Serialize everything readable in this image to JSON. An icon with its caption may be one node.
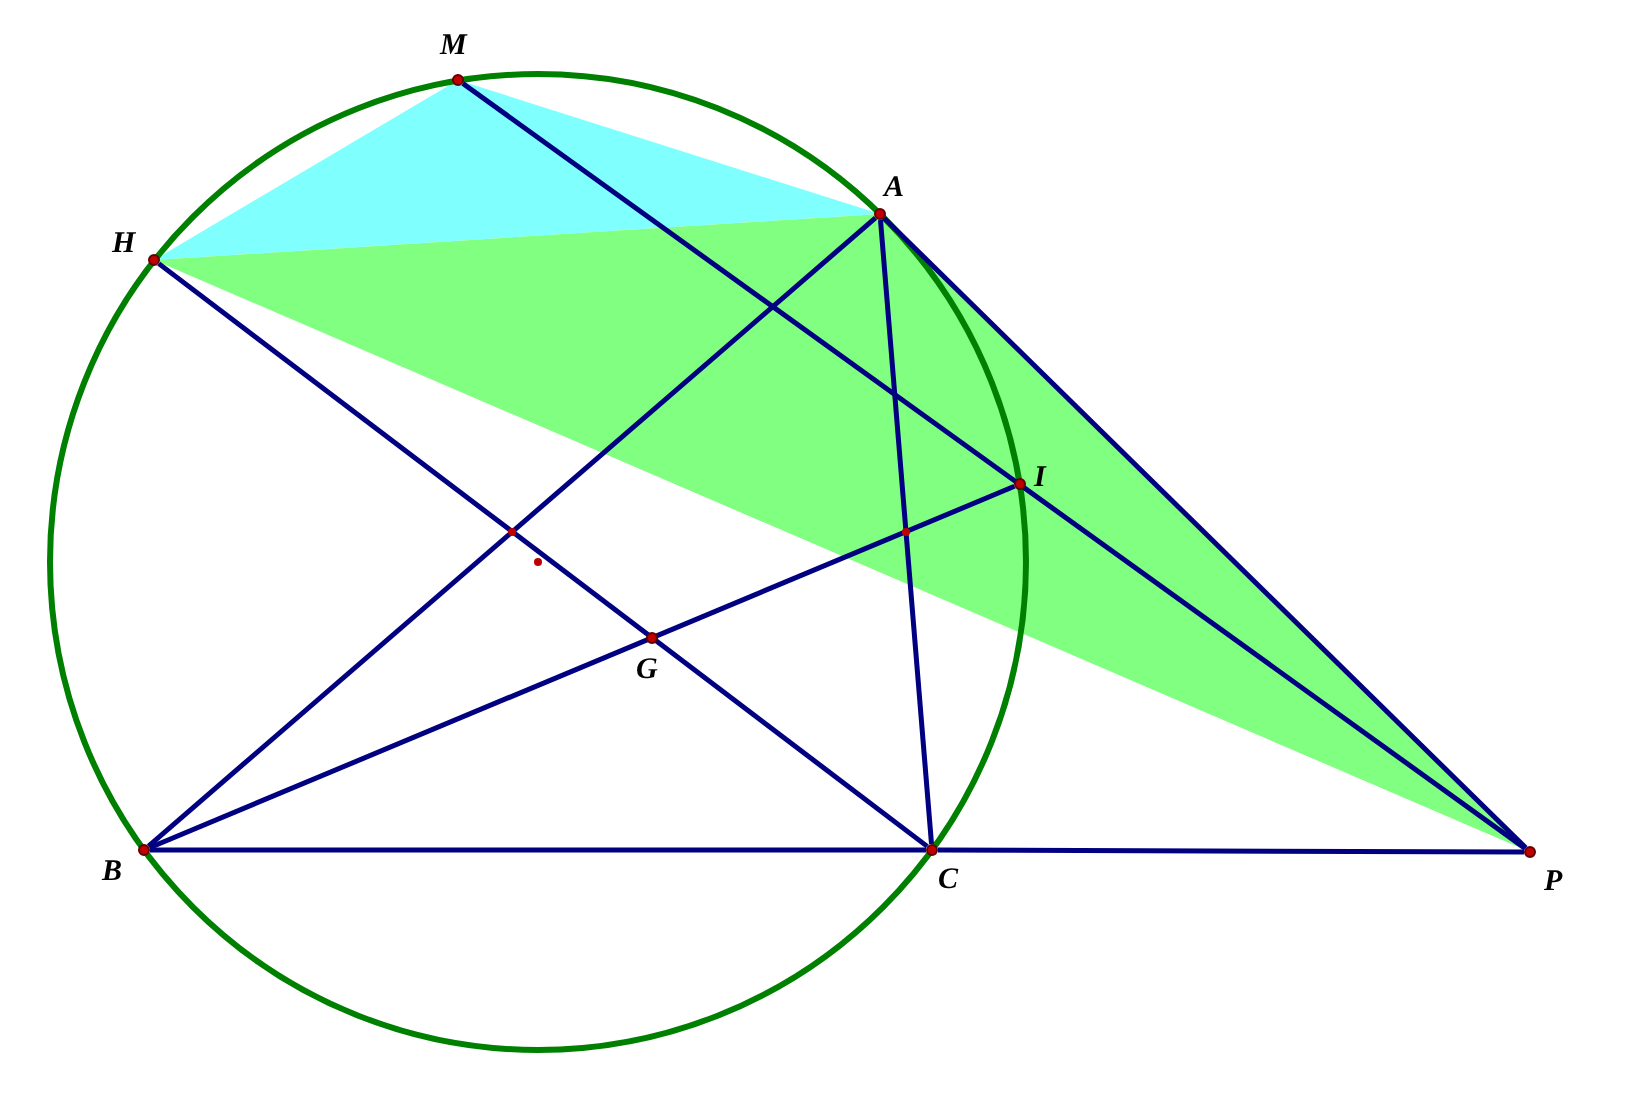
{
  "diagram": {
    "nodes": [
      {
        "text": [],
        "shape": "circle",
        "beside": [
          "M"
        ]
      },
      {
        "text": [],
        "shape": "circle",
        "beside": [
          "H"
        ]
      },
      {
        "text": [],
        "shape": "circle",
        "beside": [
          "A"
        ]
      },
      {
        "text": [],
        "shape": "circle",
        "beside": [
          "I"
        ]
      },
      {
        "text": [],
        "shape": "circle",
        "beside": [
          "G"
        ]
      },
      {
        "text": [],
        "shape": "circle",
        "beside": [
          "B"
        ]
      },
      {
        "text": [],
        "shape": "circle",
        "beside": [
          "C"
        ]
      },
      {
        "text": [],
        "shape": "circle",
        "beside": [
          "P"
        ]
      }
    ],
    "edges": [
      {
        "from": 0,
        "to": 7,
        "arrow": "none"
      },
      {
        "from": 1,
        "to": 6,
        "arrow": "none"
      },
      {
        "from": 5,
        "to": 2,
        "arrow": "none"
      },
      {
        "from": 5,
        "to": 3,
        "arrow": "none"
      },
      {
        "from": 2,
        "to": 6,
        "arrow": "none"
      },
      {
        "from": 2,
        "to": 7,
        "arrow": "none"
      },
      {
        "from": 5,
        "to": 6,
        "arrow": "none"
      },
      {
        "from": 6,
        "to": 7,
        "arrow": "none"
      }
    ]
  }
}
